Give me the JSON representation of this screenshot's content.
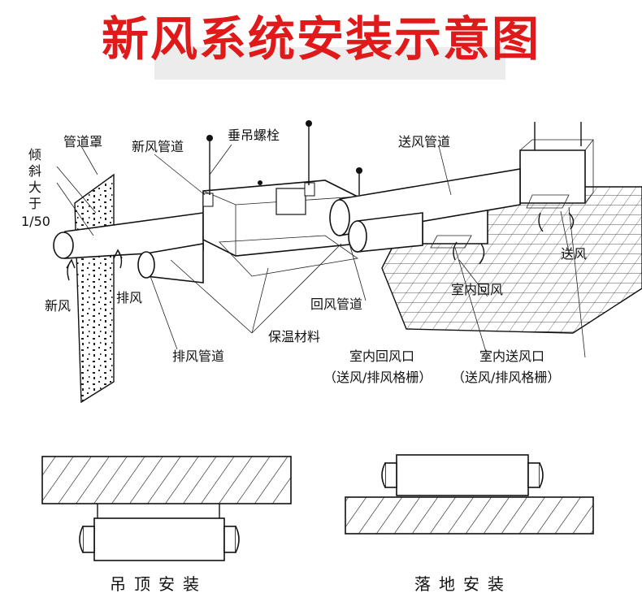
{
  "title": "新风系统安装示意图",
  "colors": {
    "title": "#e01a1a",
    "line": "#111111",
    "band": "#ececec"
  },
  "labels": {
    "slope_lines": [
      "倾",
      "斜",
      "大",
      "于",
      "1/50"
    ],
    "duct_cover": "管道罩",
    "fresh_duct": "新风管道",
    "hanger_bolt": "垂吊螺栓",
    "supply_duct": "送风管道",
    "supply_air": "送风",
    "indoor_return": "室内回风",
    "fresh_air": "新风",
    "exhaust_air": "排风",
    "return_duct": "回风管道",
    "insulation": "保温材料",
    "exhaust_duct": "排风管道",
    "return_vent": "室内回风口",
    "return_vent_note": "（送风/排风格栅）",
    "supply_vent": "室内送风口",
    "supply_vent_note": "（送风/排风格栅）"
  },
  "captions": {
    "ceiling": "吊顶安装",
    "floor": "落地安装"
  }
}
